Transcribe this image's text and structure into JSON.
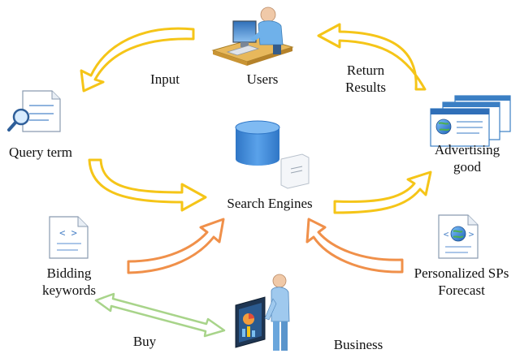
{
  "nodes": {
    "users": "Users",
    "query_term": "Query term",
    "search_engines": "Search Engines",
    "advertising_line1": "Advertising",
    "advertising_line2": "good",
    "bidding_line1": "Bidding",
    "bidding_line2": "keywords",
    "personalized_line1": "Personalized SPs",
    "personalized_line2": "Forecast",
    "business": "Business"
  },
  "edges": {
    "input": "Input",
    "return_line1": "Return",
    "return_line2": "Results",
    "buy": "Buy"
  },
  "icons": {
    "document_code_glyph": "< >",
    "search_doc_glyph": "<—>"
  },
  "colors": {
    "yellow_arrow": "#f5c518",
    "orange_arrow": "#f0904a",
    "green_arrow": "#a8d48a",
    "database_blue": "#3d86d6"
  }
}
